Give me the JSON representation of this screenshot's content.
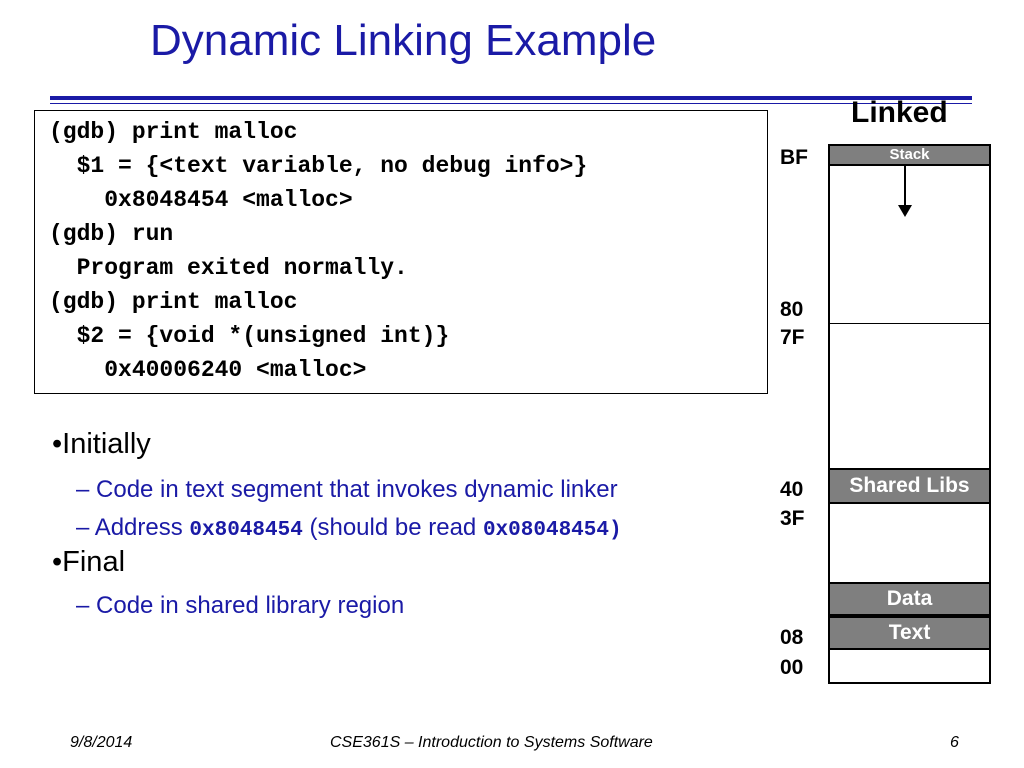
{
  "title": "Dynamic Linking Example",
  "code": [
    "(gdb) print malloc",
    "  $1 = {<text variable, no debug info>}",
    "    0x8048454 <malloc>",
    "(gdb) run",
    "  Program exited normally.",
    "(gdb) print malloc",
    "  $2 = {void *(unsigned int)}",
    "    0x40006240 <malloc>"
  ],
  "bullets": {
    "initially": "•Initially",
    "sub1": "– Code in text segment that invokes dynamic linker",
    "sub2_prefix": "– Address ",
    "sub2_addr": "0x8048454",
    "sub2_mid": " (should be read ",
    "sub2_addr2": "0x08048454)",
    "final": "•Final",
    "sub3": "– Code in shared library region"
  },
  "memory": {
    "title": "Linked",
    "addresses": [
      "BF",
      "80",
      "7F",
      "40",
      "3F",
      "08",
      "00"
    ],
    "segments": {
      "stack": "Stack",
      "shared_libs": "Shared Libs",
      "data": "Data",
      "text": "Text"
    }
  },
  "footer": {
    "date": "9/8/2014",
    "course": "CSE361S – Introduction to Systems Software",
    "page": "6"
  },
  "colors": {
    "accent": "#1a1aa6",
    "segment_fill": "#7f7f7f"
  }
}
